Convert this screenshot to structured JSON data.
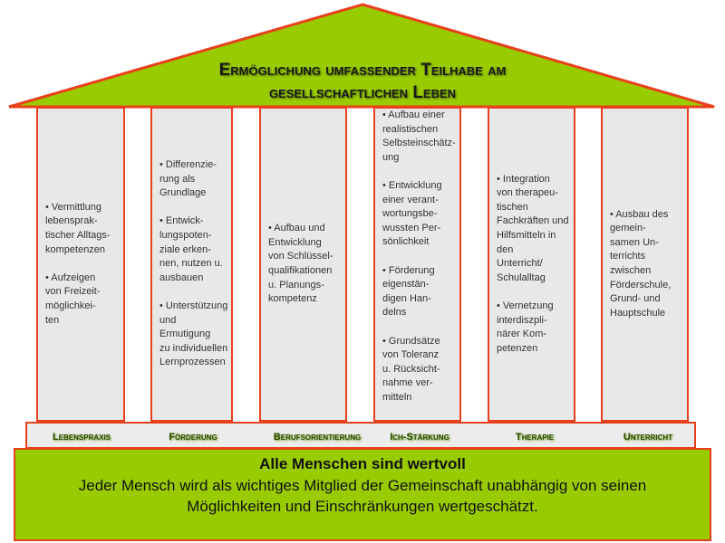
{
  "roof": {
    "title_line1": "Ermöglichung umfassender Teilhabe am",
    "title_line2": "gesellschaftlichen Leben"
  },
  "pillars": [
    {
      "label": "Lebenspraxis",
      "text": "• Vermittlung\nlebensprak-\ntischer Alltags-\nkompetenzen\n\n• Aufzeigen\nvon Freizeit-\nmöglichkei-\nten"
    },
    {
      "label": "Förderung",
      "text": "• Differenzie-\nrung als\nGrundlage\n\n• Entwick-\nlungspoten-\nziale erken-\nnen, nutzen u.\nausbauen\n\n• Unterstützung\nund Ermutigung\nzu individuellen\nLernprozessen"
    },
    {
      "label": "Berufsorientierung",
      "text": "• Aufbau und\nEntwicklung\nvon Schlüssel-\nqualifikationen\nu. Planungs-\nkompetenz"
    },
    {
      "label": "Ich-Stärkung",
      "text": "• Aufbau einer\nrealistischen\nSelbsteinschätz-\nung\n\n• Entwicklung\neiner verant-\nwortungsbe-\nwussten Per-\nsönlichkeit\n\n• Förderung\neigenstän-\ndigen Han-\ndelns\n\n• Grundsätze\nvon Toleranz\nu. Rücksicht-\nnahme ver-\nmitteln"
    },
    {
      "label": "Therapie",
      "text": "• Integration\nvon therapeu-\ntischen\nFachkräften und\nHilfsmitteln in den\nUnterricht/\nSchulalltag\n\n• Vernetzung\ninterdiszpli-\nnärer Kom-\npetenzen"
    },
    {
      "label": "Unterricht",
      "text": "• Ausbau des\ngemein-\nsamen Un-\nterrichts\nzwischen\nFörderschule,\nGrund- und\nHauptschule"
    }
  ],
  "base": {
    "heading": "Alle Menschen sind wertvoll",
    "text": "Jeder Mensch wird als wichtiges Mitglied der Gemeinschaft unabhängig von seinen Möglichkeiten und Einschränkungen wertgeschätzt."
  },
  "colors": {
    "green": "#99cc00",
    "border": "#e8401c",
    "pillar": "#e8e8e8"
  }
}
